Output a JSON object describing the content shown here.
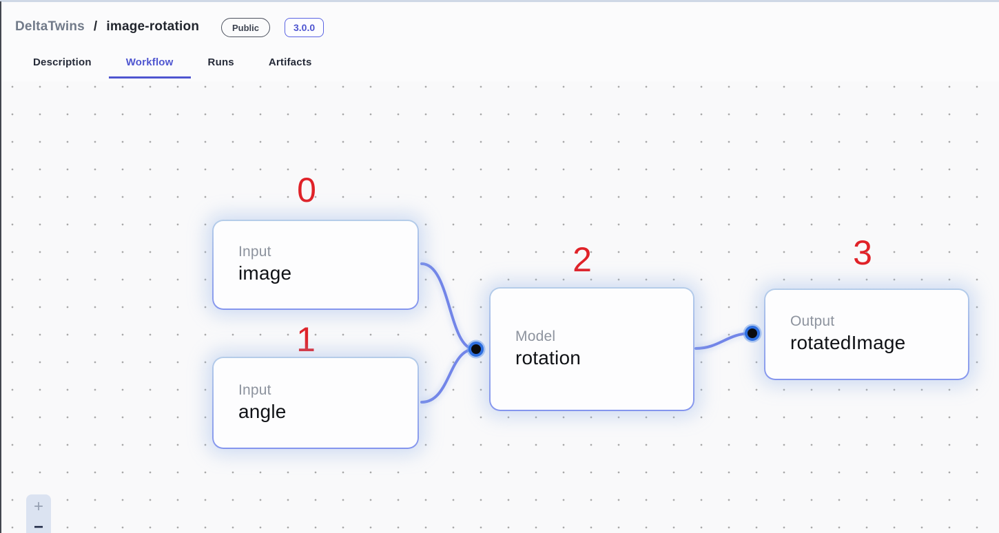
{
  "header": {
    "brand": "DeltaTwins",
    "separator": "/",
    "project": "image-rotation",
    "visibility_badge": "Public",
    "version_badge": "3.0.0"
  },
  "tabs": [
    {
      "label": "Description",
      "active": false
    },
    {
      "label": "Workflow",
      "active": true
    },
    {
      "label": "Runs",
      "active": false
    },
    {
      "label": "Artifacts",
      "active": false
    }
  ],
  "canvas": {
    "nodes": [
      {
        "index_label": "0",
        "type_label": "Input",
        "name": "image"
      },
      {
        "index_label": "1",
        "type_label": "Input",
        "name": "angle"
      },
      {
        "index_label": "2",
        "type_label": "Model",
        "name": "rotation"
      },
      {
        "index_label": "3",
        "type_label": "Output",
        "name": "rotatedImage"
      }
    ],
    "edges": [
      {
        "from": "image",
        "to": "rotation"
      },
      {
        "from": "angle",
        "to": "rotation"
      },
      {
        "from": "rotation",
        "to": "rotatedImage"
      }
    ]
  },
  "zoom_controls": {
    "zoom_in": "+",
    "zoom_out": "−"
  },
  "theme": {
    "accent": "#4e55d0",
    "index_red": "#e02228",
    "edge_blue": "#7285e8",
    "port_ring": "#2e6fe0",
    "node_border_top": "#b5cde9",
    "node_border_bottom": "#8495ee"
  }
}
